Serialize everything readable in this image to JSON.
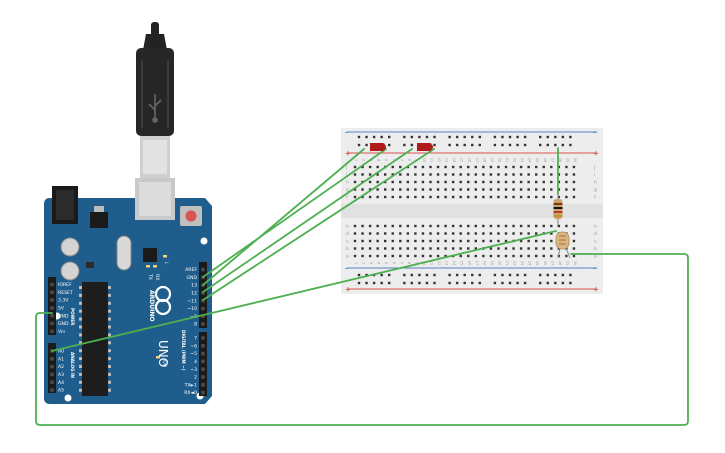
{
  "arduino": {
    "brand": "ARDUINO",
    "model": "UNO",
    "tx_label": "TX",
    "rx_label": "RX",
    "l_label": "L",
    "on_label": "ON",
    "power_header_label": "POWER",
    "analog_header_label": "ANALOG IN",
    "digital_header_label": "DIGITAL (PWM ~)",
    "power_pins": [
      "IOREF",
      "RESET",
      "3.3V",
      "5V",
      "GND",
      "GND",
      "Vin"
    ],
    "analog_pins": [
      "A0",
      "A1",
      "A2",
      "A3",
      "A4",
      "A5"
    ],
    "digital_pins_top": [
      "AREF",
      "GND",
      "13",
      "12",
      "~11",
      "~10",
      "~9",
      "8"
    ],
    "digital_pins_bottom": [
      "7",
      "~6",
      "~5",
      "4",
      "~3",
      "2",
      "TX►1",
      "RX◄0"
    ],
    "colors": {
      "board": "#1f5e8c",
      "header": "#1a1a1a",
      "chip": "#222222"
    }
  },
  "breadboard": {
    "column_numbers": [
      "1",
      "2",
      "3",
      "4",
      "5",
      "6",
      "7",
      "8",
      "9",
      "10",
      "11",
      "12",
      "13",
      "14",
      "15",
      "16",
      "17",
      "18",
      "19",
      "20",
      "21",
      "22",
      "23",
      "24",
      "25",
      "26",
      "27",
      "28",
      "29",
      "30"
    ],
    "rows_top": [
      "j",
      "i",
      "h",
      "g",
      "f"
    ],
    "rows_bottom": [
      "e",
      "d",
      "c",
      "b",
      "a"
    ],
    "rail_plus": "+",
    "rail_minus": "-",
    "colors": {
      "body": "#eeeeee",
      "rail_red": "#d9534f",
      "rail_blue": "#5a7fc4",
      "hole": "#333333"
    }
  },
  "components": {
    "led_color": "#b01a1a",
    "resistor_body": "#c8a36b",
    "photoresistor_body": "#d8b882",
    "wire_color": "#4caf50",
    "usb_plug_color": "#222222",
    "usb_metal_color": "#c9c9c9"
  }
}
